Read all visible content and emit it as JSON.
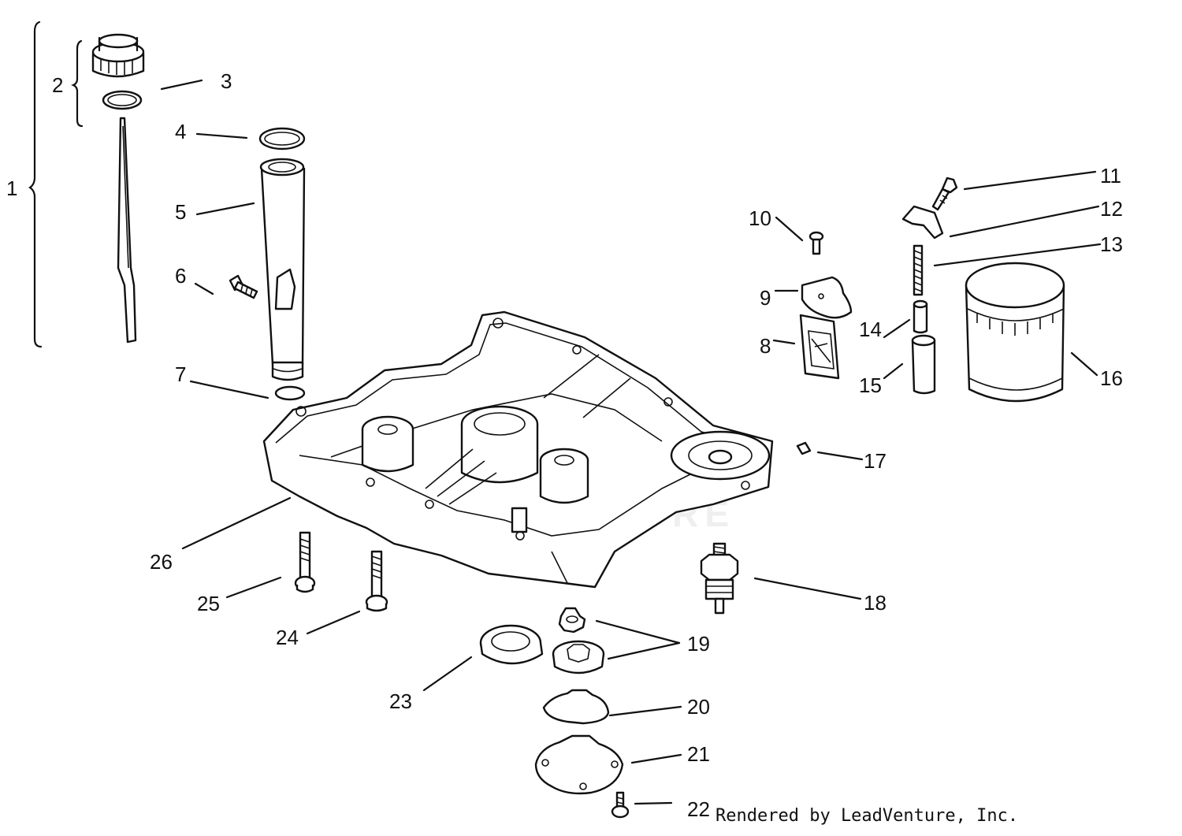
{
  "callouts": {
    "c1": "1",
    "c2": "2",
    "c3": "3",
    "c4": "4",
    "c5": "5",
    "c6": "6",
    "c7": "7",
    "c8": "8",
    "c9": "9",
    "c10": "10",
    "c11": "11",
    "c12": "12",
    "c13": "13",
    "c14": "14",
    "c15": "15",
    "c16": "16",
    "c17": "17",
    "c18": "18",
    "c19": "19",
    "c20": "20",
    "c21": "21",
    "c22": "22",
    "c23": "23",
    "c24": "24",
    "c25": "25",
    "c26": "26"
  },
  "credit": "Rendered by LeadVenture, Inc.",
  "watermark": "LEADVENTURE",
  "colors": {
    "line": "#111111",
    "background": "#ffffff",
    "watermark": "#eeeeee"
  }
}
